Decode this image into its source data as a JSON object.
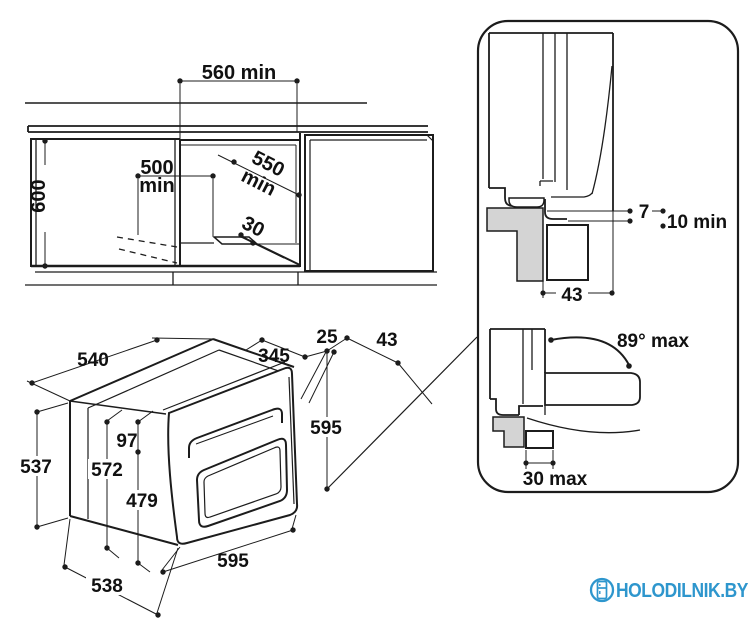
{
  "colors": {
    "accent": "#2e96cd",
    "line": "#1c1c1c",
    "gray_fill": "#d4d4d4",
    "background": "#ffffff"
  },
  "cabinet_section": {
    "niche_width": "560 min",
    "cabinet_height": "600",
    "depth_value": "500",
    "depth_suffix": "min",
    "diagonal_value": "550",
    "diagonal_suffix": "min",
    "rail_offset": "30"
  },
  "oven_drawing": {
    "top_depth": "540",
    "top_345": "345",
    "top_25": "25",
    "top_43": "43",
    "left_height": "537",
    "step_97": "97",
    "inner_572": "572",
    "inner_479": "479",
    "right_height": "595",
    "front_width": "595",
    "bottom_depth": "538"
  },
  "detail_panel": {
    "gap_7": "7",
    "gap_10": "10 min",
    "plinth_43": "43",
    "door_angle": "89° max",
    "plinth_30": "30 max"
  },
  "watermark": {
    "text": "HOLODILNIK.BY"
  }
}
